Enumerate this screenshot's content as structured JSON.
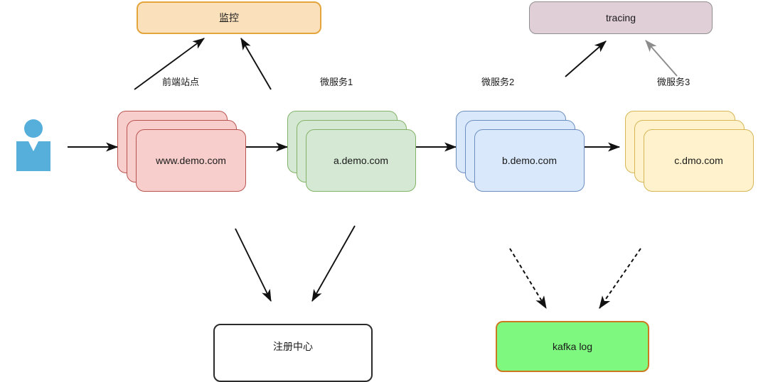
{
  "diagram": {
    "title": "microservice-architecture-diagram",
    "background": "#ffffff",
    "colors": {
      "monitor_fill": "#fbe0bc",
      "monitor_stroke": "#e3a53c",
      "tracing_fill": "#e0cfd6",
      "tracing_stroke": "#8f8f8f",
      "pink_fill": "#f8cecc",
      "pink_stroke": "#b85450",
      "green_fill": "#d5e8d4",
      "green_stroke": "#82b366",
      "blue_fill": "#dae8fc",
      "blue_stroke": "#6c8ebf",
      "yellow_fill": "#fff2cc",
      "yellow_stroke": "#d6b656",
      "registry_fill": "#ffffff",
      "registry_stroke": "#2b2b2b",
      "kafka_fill": "#7ef87e",
      "kafka_stroke": "#cb7a22",
      "actor_fill": "#56aedb",
      "arrow_black": "#111111",
      "arrow_gray": "#8c8c8c"
    },
    "top_nodes": [
      {
        "id": "monitor",
        "label": "监控"
      },
      {
        "id": "tracing",
        "label": "tracing"
      }
    ],
    "service_stacks": [
      {
        "id": "frontend",
        "label": "www.demo.com",
        "color": "pink"
      },
      {
        "id": "service-a",
        "label": "a.demo.com",
        "color": "green"
      },
      {
        "id": "service-b",
        "label": "b.demo.com",
        "color": "blue"
      },
      {
        "id": "service-c",
        "label": "c.dmo.com",
        "color": "yellow"
      }
    ],
    "bottom_nodes": [
      {
        "id": "registry",
        "label": "注册中心"
      },
      {
        "id": "kafka",
        "label": "kafka log"
      }
    ],
    "edge_labels": [
      {
        "id": "frontend-site",
        "text": "前端站点"
      },
      {
        "id": "microservice-1",
        "text": "微服务1"
      },
      {
        "id": "microservice-2",
        "text": "微服务2"
      },
      {
        "id": "microservice-3",
        "text": "微服务3"
      }
    ],
    "actor": {
      "id": "user-actor",
      "label": ""
    }
  }
}
